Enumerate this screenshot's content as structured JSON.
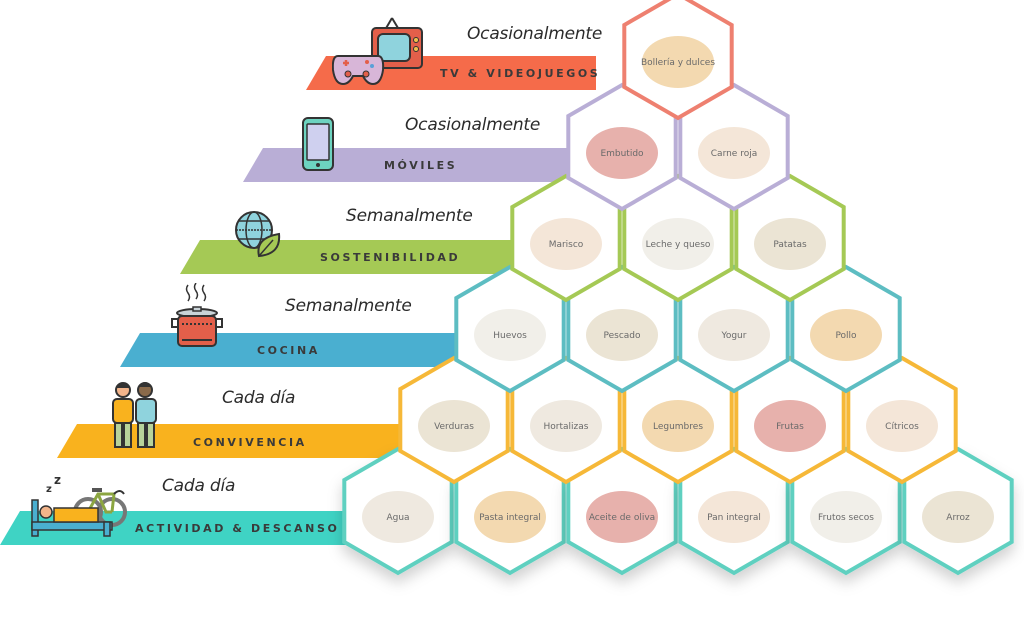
{
  "levels": [
    {
      "frequency": "Ocasionalmente",
      "label": "TV & VIDEOJUEGOS",
      "color": "#f56b4a",
      "icon": "tv-gamepad-icon"
    },
    {
      "frequency": "Ocasionalmente",
      "label": "MÓVILES",
      "color": "#b9aed6",
      "icon": "smartphone-icon"
    },
    {
      "frequency": "Semanalmente",
      "label": "SOSTENIBILIDAD",
      "color": "#a5c955",
      "icon": "globe-leaf-icon"
    },
    {
      "frequency": "Semanalmente",
      "label": "COCINA",
      "color": "#4aafd0",
      "icon": "cooking-pot-icon"
    },
    {
      "frequency": "Cada día",
      "label": "CONVIVENCIA",
      "color": "#f9b21e",
      "icon": "two-people-icon"
    },
    {
      "frequency": "Cada día",
      "label": "ACTIVIDAD & DESCANSO",
      "color": "#3fd3c4",
      "icon": "bed-bicycle-icon"
    }
  ],
  "pyramid": {
    "rows": [
      {
        "border": "#ee8070",
        "foods": [
          "Bollería y dulces"
        ]
      },
      {
        "border": "#b9aed6",
        "foods": [
          "Embutido",
          "Carne roja"
        ]
      },
      {
        "border": "#a5c955",
        "foods": [
          "Marisco",
          "Leche y queso",
          "Patatas"
        ]
      },
      {
        "border": "#5dbdc2",
        "foods": [
          "Huevos",
          "Pescado",
          "Yogur",
          "Pollo"
        ]
      },
      {
        "border": "#f6b838",
        "foods": [
          "Verduras",
          "Hortalizas",
          "Legumbres",
          "Frutas",
          "Cítricos"
        ]
      },
      {
        "border": "#5ed0c0",
        "foods": [
          "Agua",
          "Pasta integral",
          "Aceite de oliva",
          "Pan integral",
          "Frutos secos",
          "Arroz"
        ]
      }
    ]
  }
}
